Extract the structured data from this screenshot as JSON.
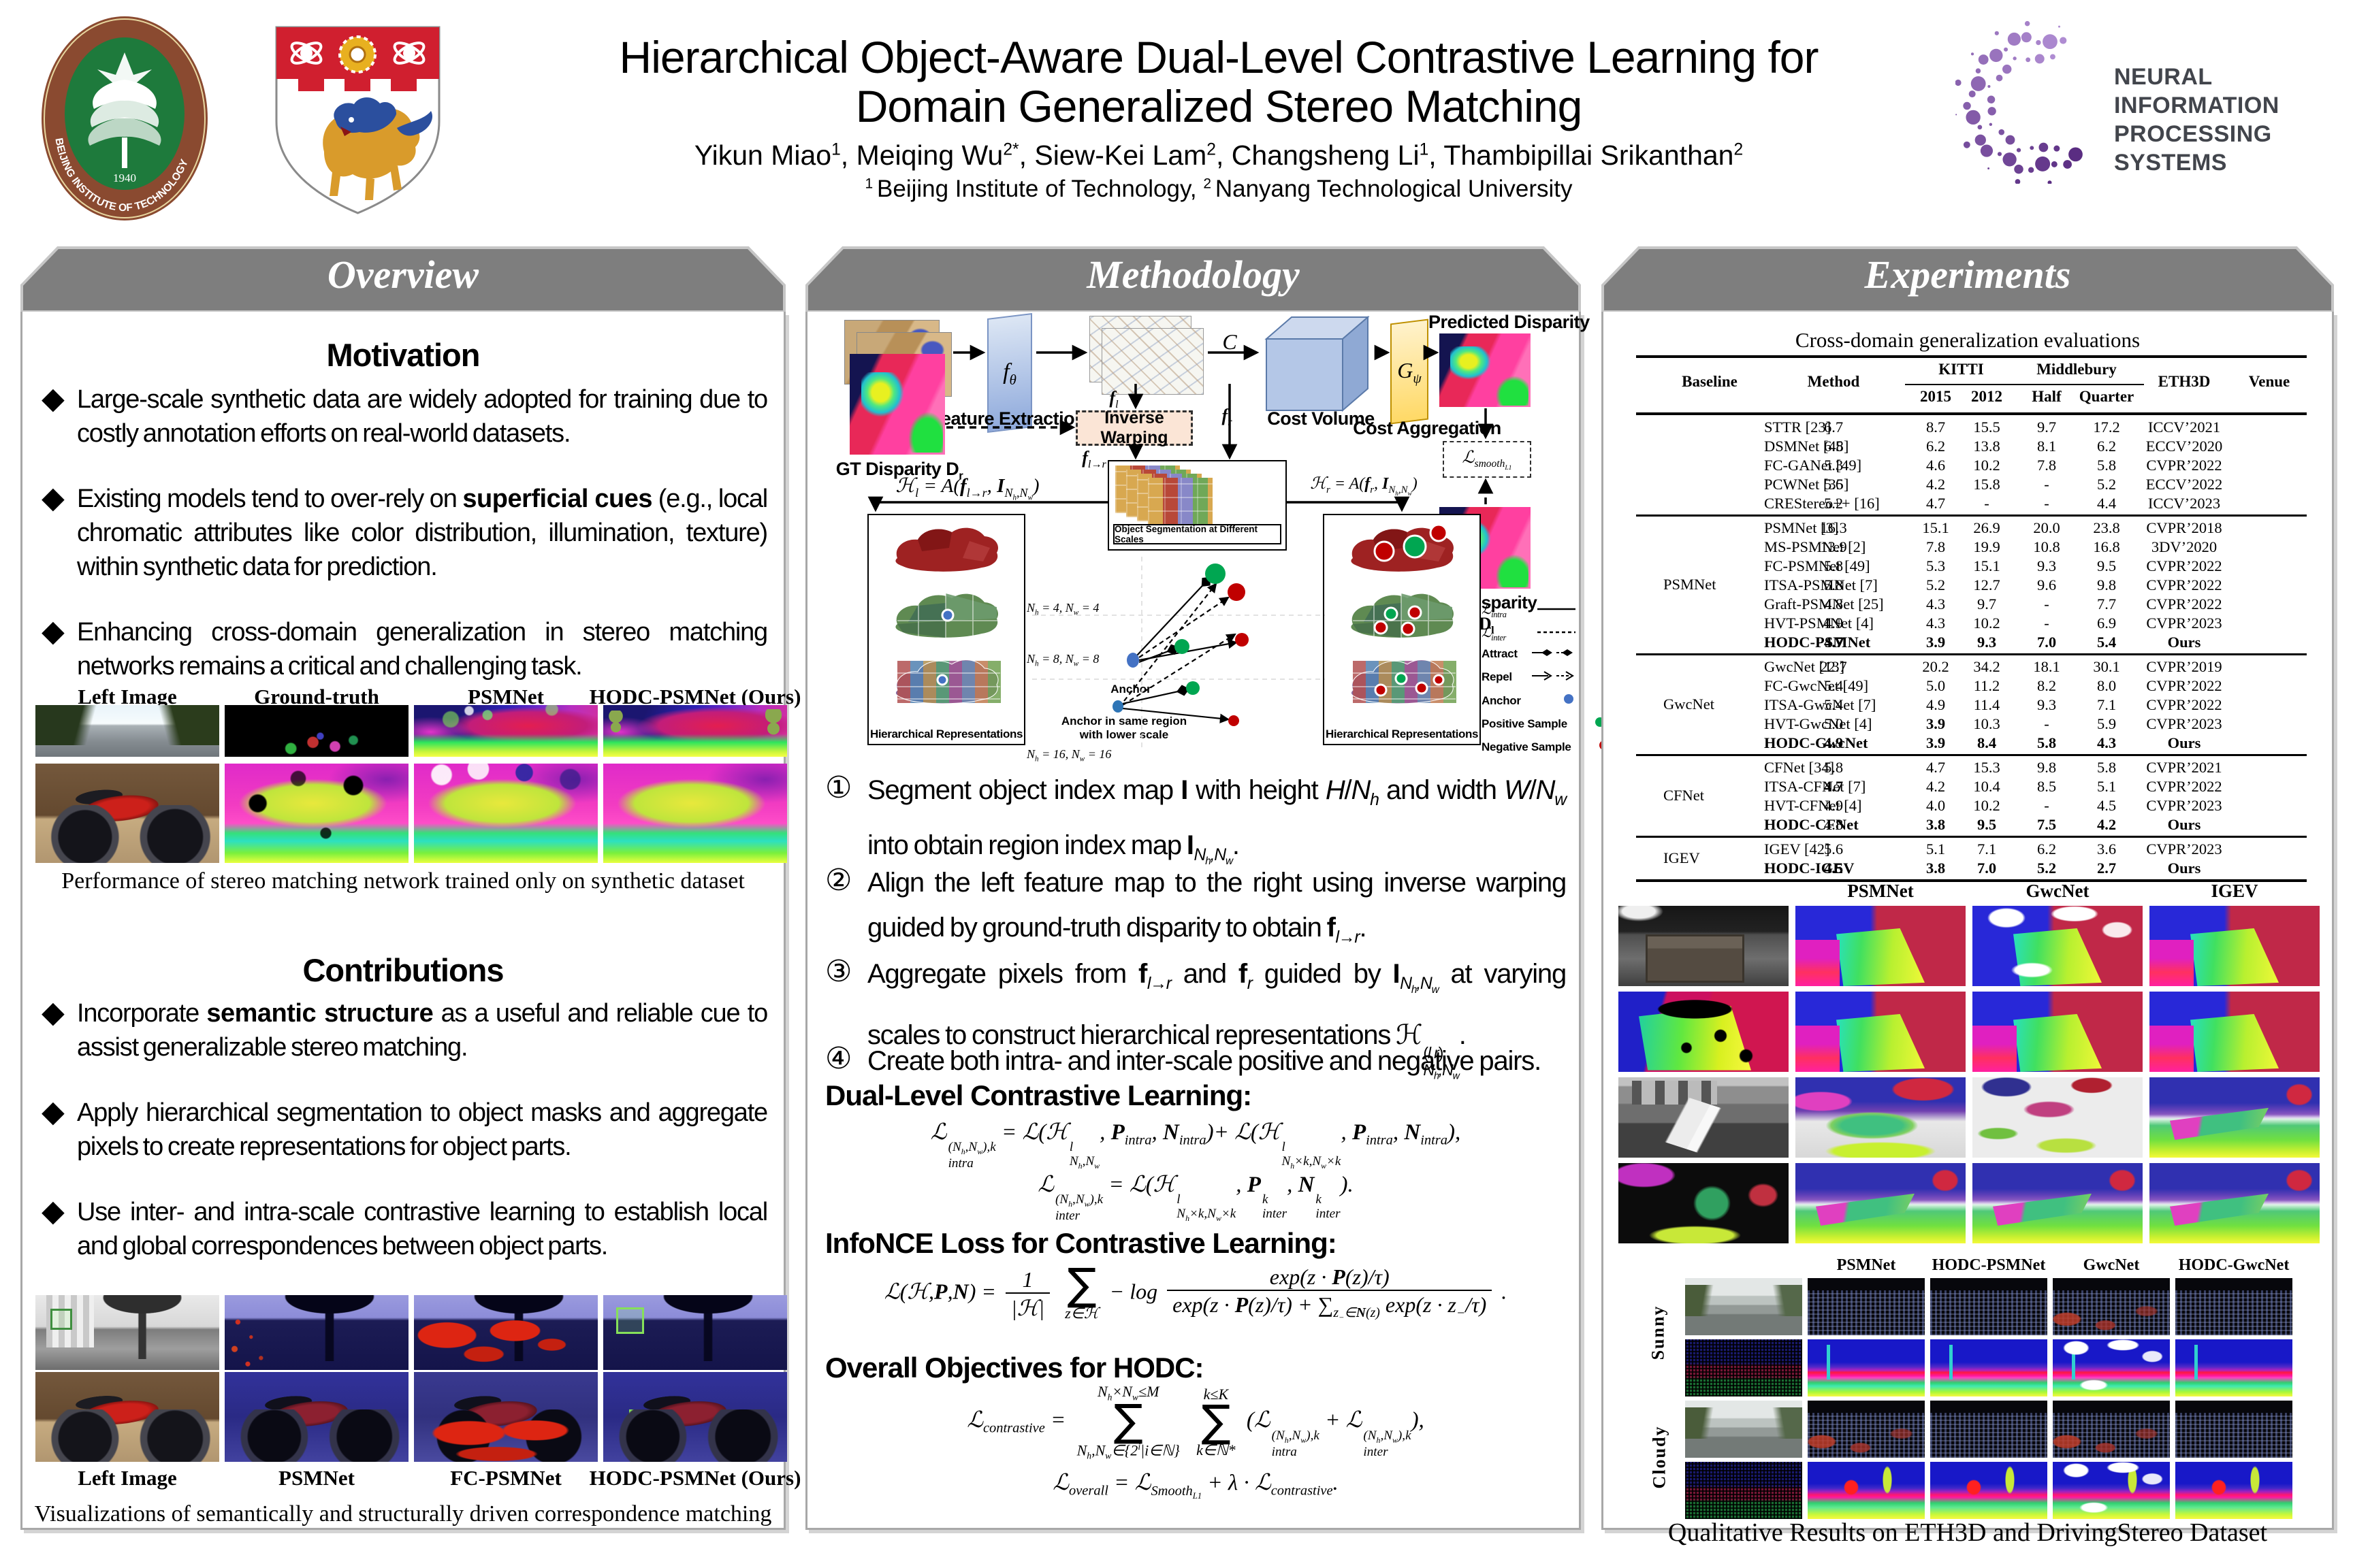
{
  "header": {
    "title_line1": "Hierarchical Object-Aware Dual-Level Contrastive Learning for",
    "title_line2": "Domain Generalized Stereo Matching",
    "authors": "Yikun Miao<sup>1</sup>, Meiqing Wu<sup>2*</sup>, Siew-Kei Lam<sup>2</sup>, Changsheng Li<sup>1</sup>, Thambipillai Srikanthan<sup>2</sup>",
    "affiliations": "<sup>1 </sup>Beijing Institute of Technology, <sup>2 </sup>Nanyang Technological University",
    "neurips_line1": "NEURAL INFORMATION",
    "neurips_line2": "PROCESSING SYSTEMS",
    "bit_ring_text": "BEIJING INSTITUTE OF TECHNOLOGY",
    "bit_year": "1940"
  },
  "overview": {
    "banner": "Overview",
    "motivation_title": "Motivation",
    "motivation_bullets": [
      "Large-scale synthetic data are widely adopted for training due to costly annotation efforts on real-world datasets.",
      "Existing models tend to over-rely on <b>superficial cues</b> (e.g., local chromatic attributes like color distribution, illumination, texture) within synthetic data for prediction.",
      "Enhancing cross-domain generalization in stereo matching networks remains a critical and challenging task."
    ],
    "fig1_labels": [
      "Left Image",
      "Ground-truth",
      "PSMNet",
      "HODC-PSMNet (Ours)"
    ],
    "fig1_images": [
      [
        "kitti-photo",
        "kitti-gt",
        "kitti-disp-a",
        "kitti-disp-b"
      ],
      [
        "moto-photo",
        "moto-gt",
        "moto-disp-a",
        "moto-disp-b"
      ]
    ],
    "fig1_caption": "Performance of stereo matching network trained only on synthetic dataset",
    "contributions_title": "Contributions",
    "contribution_bullets": [
      "Incorporate <b>semantic structure</b> as a useful and reliable cue to assist generalizable stereo matching.",
      "Apply hierarchical segmentation to object masks and aggregate pixels to create representations for object parts.",
      "Use inter- and intra-scale contrastive learning to establish local and global correspondences between object parts."
    ],
    "fig2_labels": [
      "Left Image",
      "PSMNet",
      "FC-PSMNet",
      "HODC-PSMNet (Ours)"
    ],
    "fig2_images": [
      [
        "bld-photo",
        "bld-a",
        "bld-b",
        "bld-c"
      ],
      [
        "moto-photo",
        "moto-t-a",
        "moto-t-b",
        "moto-t-c"
      ]
    ],
    "fig2_caption": "Visualizations of semantically and structurally driven correspondence matching"
  },
  "methodology": {
    "banner": "Methodology",
    "diagram": {
      "feature_extraction": "Feature Extraction",
      "inverse_warping": "Inverse Warping",
      "cost_volume": "Cost Volume",
      "cost_aggregation": "Cost Aggregation",
      "predicted_disparity": "Predicted Disparity",
      "gt_disparity_r": "GT Disparity <b>D</b><sub>r</sub>",
      "gt_disparity_l1": "GT Disparity",
      "gt_disparity_l2": "<b>D</b><sub>l</sub>",
      "f_theta": "f<sub>θ</sub>",
      "g_psi": "G<sub>ψ</sub>",
      "c_sym": "C",
      "f_l": "<b>f</b><sub>l</sub>",
      "f_r": "<b>f</b><sub>r</sub>",
      "f_lr": "<b>f</b><sub>l→r</sub>",
      "l_smooth": "ℒ<sub>smooth<sub>L1</sub></sub>",
      "h_l": "ℋ<sub>l</sub> = A(<b>f</b><sub>l→r</sub>, <b>I</b><sub>N<sub>h</sub>,N<sub>w</sub></sub>)",
      "h_r": "ℋ<sub>r</sub> = A(<b>f</b><sub>r</sub>, <b>I</b><sub>N<sub>h</sub>,N<sub>w</sub></sub>)",
      "obj_seg": "Object Segmentation at Different Scales",
      "hier_repr": "Hierarchical Representations",
      "scale4": "N<sub>h</sub> = 4, N<sub>w</sub> = 4",
      "scale8": "N<sub>h</sub> = 8, N<sub>w</sub> = 8",
      "scale16": "N<sub>h</sub> = 16, N<sub>w</sub> = 16",
      "anchor_lbl": "Anchor",
      "anchor_lower": "Anchor in same region<br>with lower scale",
      "legend": [
        {
          "label": "ℒ<sub>intra</sub>",
          "sym": "solid",
          "math": true
        },
        {
          "label": "ℒ<sub>inter</sub>",
          "sym": "dashed",
          "math": true
        },
        {
          "label": "Attract",
          "sym": "attract",
          "math": false
        },
        {
          "label": "Repel",
          "sym": "repel",
          "math": false
        },
        {
          "label": "Anchor",
          "sym": "dot-blue",
          "math": false
        },
        {
          "label": "Positive Sample",
          "sym": "dot-green",
          "math": false
        },
        {
          "label": "Negative Sample",
          "sym": "dot-red",
          "math": false
        }
      ]
    },
    "steps": [
      "Segment object index map <b>I</b> with height <i>H</i>/<i>N<sub>h</sub></i> and width <i>W</i>/<i>N<sub>w</sub></i> into obtain region index map <b>I</b><sub><i>N<sub>h</sub>,N<sub>w</sub></i></sub>.",
      "Align the left feature map to the right using inverse warping guided by ground-truth disparity to obtain <b>f</b><sub><i>l→r</i></sub>.",
      "Aggregate pixels from <b>f</b><sub><i>l→r</i></sub> and <b>f</b><sub><i>r</i></sub> guided by <b>I</b><sub><i>N<sub>h</sub>,N<sub>w</sub></i></sub> at varying scales to construct hierarchical representations ℋ<span class=ss><span class=t>(<i>l,r</i>)</span><span class=b><i>N<sub>h</sub>,N<sub>w</sub></i></span></span>.",
      "Create both intra- and inter-scale positive and negative pairs."
    ],
    "step_nums": [
      "①",
      "②",
      "③",
      "④"
    ],
    "dual_title": "Dual-Level Contrastive Learning:",
    "eq_intra": "ℒ<span class=ss><span class=t>(N<sub>h</sub>,N<sub>w</sub>),k</span><span class=b>intra</span></span> = ℒ(ℋ<span class=ss><span class=t>l</span><span class=b>N<sub>h</sub>,N<sub>w</sub></span></span>, <span class=scr>P</span><sub>intra</sub>, <span class=scr>N</span><sub>intra</sub>)+ ℒ(ℋ<span class=ss><span class=t>l</span><span class=b>N<sub>h</sub>×k,N<sub>w</sub>×k</span></span>, <span class=scr>P</span><sub>intra</sub>, <span class=scr>N</span><sub>intra</sub>),",
    "eq_inter": "ℒ<span class=ss><span class=t>(N<sub>h</sub>,N<sub>w</sub>),k</span><span class=b>inter</span></span> = ℒ(ℋ<span class=ss><span class=t>l</span><span class=b>N<sub>h</sub>×k,N<sub>w</sub>×k</span></span>, <span class=scr>P</span><span class=ss><span class=t>k</span><span class=b>inter</span></span>, <span class=scr>N</span><span class=ss><span class=t>k</span><span class=b>inter</span></span>).",
    "infonce_title": "InfoNCE Loss for Contrastive Learning:",
    "infonce_lhs": "ℒ(ℋ,<span class=scr>P</span>,<span class=scr>N</span>) =",
    "infonce_f1n": "1",
    "infonce_f1d": "|ℋ|",
    "infonce_sum_b": "z∈ℋ",
    "infonce_log": "− log",
    "infonce_f2n": "exp(z · <span class=scr>P</span>(z)/τ)",
    "infonce_f2d": "exp(z · <span class=scr>P</span>(z)/τ) + ∑<sub>z<sub>−</sub>∈<span class=scr>N</span>(z)</sub> exp(z · z<sub>−</sub>/τ)",
    "infonce_tail": ".",
    "overall_title": "Overall Objectives for HODC:",
    "contr_lhs": "ℒ<sub>contrastive</sub> =",
    "contr_sum1_t": "N<sub>h</sub>×N<sub>w</sub>≤M",
    "contr_sum1_b": "N<sub>h</sub>,N<sub>w</sub>∈{2<sup>i</sup>|i∈ℕ}",
    "contr_sum2_t": "k≤K",
    "contr_sum2_b": "k∈ℕ*",
    "contr_rhs": "(ℒ<span class=ss><span class=t>(N<sub>h</sub>,N<sub>w</sub>),k</span><span class=b>intra</span></span> + ℒ<span class=ss><span class=t>(N<sub>h</sub>,N<sub>w</sub>),k</span><span class=b>inter</span></span>),",
    "eq_overall": "ℒ<sub>overall</sub> = ℒ<sub>Smooth<sub>L1</sub></sub> + λ · ℒ<sub>contrastive</sub>."
  },
  "experiments": {
    "banner": "Experiments",
    "table_title": "Cross-domain generalization evaluations",
    "table_headers": {
      "baseline": "Baseline",
      "method": "Method",
      "kitti": "KITTI",
      "middlebury": "Middlebury",
      "eth3d": "ETH3D",
      "venue": "Venue",
      "y2015": "2015",
      "y2012": "2012",
      "half": "Half",
      "quarter": "Quarter"
    },
    "table_groups": [
      {
        "baseline": "",
        "rows": [
          [
            "STTR [23]",
            "6.7",
            "8.7",
            "15.5",
            "9.7",
            "17.2",
            "ICCV’2021"
          ],
          [
            "DSMNet [48]",
            "6.5",
            "6.2",
            "13.8",
            "8.1",
            "6.2",
            "ECCV’2020"
          ],
          [
            "FC-GANet [49]",
            "5.3",
            "4.6",
            "10.2",
            "7.8",
            "5.8",
            "CVPR’2022"
          ],
          [
            "PCWNet [35]",
            "5.6",
            "4.2",
            "15.8",
            "-",
            "5.2",
            "ECCV’2022"
          ],
          [
            "CREStereo++ [16]",
            "5.2",
            "4.7",
            "-",
            "-",
            "4.4",
            "ICCV’2023"
          ]
        ]
      },
      {
        "baseline": "PSMNet",
        "rows": [
          [
            "PSMNet [3]",
            "16.3",
            "15.1",
            "26.9",
            "20.0",
            "23.8",
            "CVPR’2018"
          ],
          [
            "MS-PSMNet [2]",
            "13.9",
            "7.8",
            "19.9",
            "10.8",
            "16.8",
            "3DV’2020"
          ],
          [
            "FC-PSMNet [49]",
            "5.8",
            "5.3",
            "15.1",
            "9.3",
            "9.5",
            "CVPR’2022"
          ],
          [
            "ITSA-PSMNet [7]",
            "5.8",
            "5.2",
            "12.7",
            "9.6",
            "9.8",
            "CVPR’2022"
          ],
          [
            "Graft-PSMNet [25]",
            "4.8",
            "4.3",
            "9.7",
            "-",
            "7.7",
            "CVPR’2022"
          ],
          [
            "HVT-PSMNet [4]",
            "4.9",
            "4.3",
            "10.2",
            "-",
            "6.9",
            "CVPR’2023"
          ],
          [
            "<b>HODC-PSMNet</b>",
            "<b>4.7</b>",
            "<b>3.9</b>",
            "<b>9.3</b>",
            "<b>7.0</b>",
            "<b>5.4</b>",
            "<b>Ours</b>"
          ]
        ]
      },
      {
        "baseline": "GwcNet",
        "rows": [
          [
            "GwcNet [13]",
            "22.7",
            "20.2",
            "34.2",
            "18.1",
            "30.1",
            "CVPR’2019"
          ],
          [
            "FC-GwcNet [49]",
            "5.4",
            "5.0",
            "11.2",
            "8.2",
            "8.0",
            "CVPR’2022"
          ],
          [
            "ITSA-GwcNet [7]",
            "5.4",
            "4.9",
            "11.4",
            "9.3",
            "7.1",
            "CVPR’2022"
          ],
          [
            "HVT-GwcNet [4]",
            "5.0",
            "<b>3.9</b>",
            "10.3",
            "-",
            "5.9",
            "CVPR’2023"
          ],
          [
            "<b>HODC-GwcNet</b>",
            "<b>4.9</b>",
            "<b>3.9</b>",
            "<b>8.4</b>",
            "<b>5.8</b>",
            "<b>4.3</b>",
            "<b>Ours</b>"
          ]
        ]
      },
      {
        "baseline": "CFNet",
        "rows": [
          [
            "CFNet [34]",
            "5.8",
            "4.7",
            "15.3",
            "9.8",
            "5.8",
            "CVPR’2021"
          ],
          [
            "ITSA-CFNet [7]",
            "<b>4.7</b>",
            "4.2",
            "10.4",
            "8.5",
            "5.1",
            "CVPR’2022"
          ],
          [
            "HVT-CFNet [4]",
            "4.9",
            "4.0",
            "10.2",
            "-",
            "4.5",
            "CVPR’2023"
          ],
          [
            "<b>HODC-CFNet</b>",
            "4.8",
            "<b>3.8</b>",
            "<b>9.5</b>",
            "<b>7.5</b>",
            "<b>4.2</b>",
            "<b>Ours</b>"
          ]
        ]
      },
      {
        "baseline": "IGEV",
        "rows": [
          [
            "IGEV [42]",
            "5.6",
            "5.1",
            "7.1",
            "6.2",
            "3.6",
            "CVPR’2023"
          ],
          [
            "<b>HODC-IGEV</b>",
            "<b>4.5</b>",
            "<b>3.8</b>",
            "<b>7.0</b>",
            "<b>5.2</b>",
            "<b>2.7</b>",
            "<b>Ours</b>"
          ]
        ]
      }
    ],
    "eth3d_headers": [
      "PSMNet",
      "GwcNet",
      "IGEV"
    ],
    "eth3d_grid": [
      [
        "eth-crate-photo",
        "eth-disp",
        "eth-disp noisy-w",
        "eth-disp"
      ],
      [
        "eth-gt",
        "eth-disp",
        "eth-disp",
        "eth-disp"
      ],
      [
        "eth-slide-photo",
        "eth-slide-a",
        "eth-slide-b",
        "eth-slide-c"
      ],
      [
        "eth-slide-gt",
        "eth-slide-c",
        "eth-slide-c",
        "eth-slide-c"
      ]
    ],
    "ds_headers": [
      "PSMNet",
      "HODC-PSMNet",
      "GwcNet",
      "HODC-GwcNet"
    ],
    "ds_row_labels": [
      "Sunny",
      "Cloudy"
    ],
    "ds_grid": [
      [
        "ds-photo",
        "ds-err",
        "ds-err",
        "ds-err ds-err-r",
        "ds-err"
      ],
      [
        "ds-gt",
        "ds-disp",
        "ds-disp",
        "ds-disp noisy-w",
        "ds-disp"
      ],
      [
        "ds-photo",
        "ds-err ds-err-r",
        "ds-err",
        "ds-err ds-err-r",
        "ds-err"
      ],
      [
        "ds-gt",
        "ds-disp2",
        "ds-disp2",
        "ds-disp2 noisy-w",
        "ds-disp2"
      ]
    ],
    "caption": "Qualitative Results on ETH3D and DrivingStereo Dataset"
  }
}
